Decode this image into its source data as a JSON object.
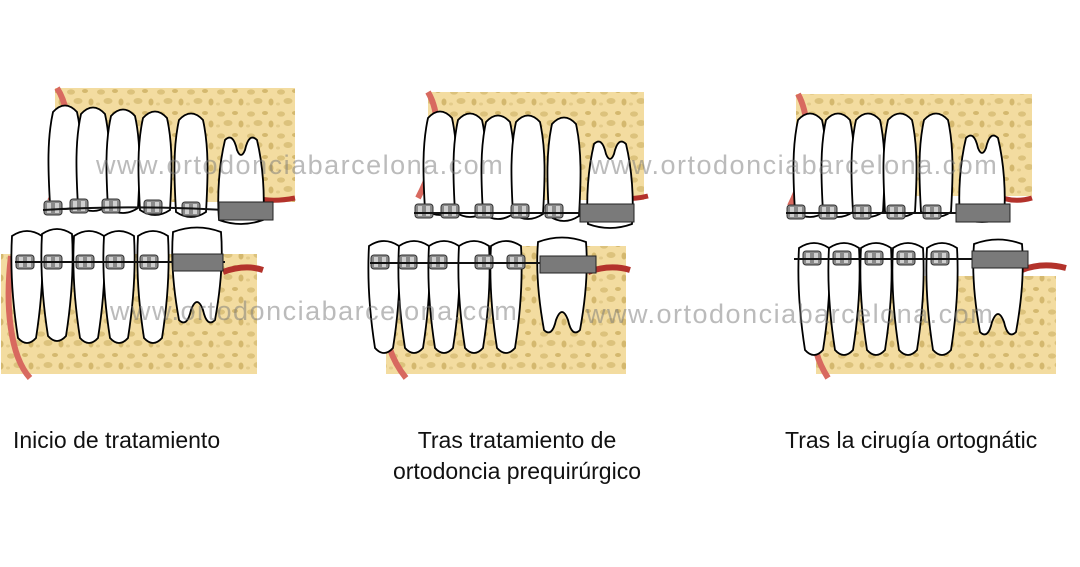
{
  "watermark": "www.ortodonciabarcelona.com",
  "colors": {
    "bone": "#f3dca0",
    "bone_pore": "#dcc27c",
    "gum": "#d8695f",
    "tooth_fill": "#ffffff",
    "tooth_outline": "#000000",
    "bracket": "#8a8a8a",
    "wire": "#111111"
  },
  "icons": [
    "tooth-icon",
    "bracket-icon",
    "archwire-icon",
    "bone-block",
    "gum-tissue"
  ],
  "captions": {
    "stage_1": "Inicio de tratamiento",
    "stage_2_line_1": "Tras tratamiento de",
    "stage_2_line_2": "ortodoncia prequirúrgico",
    "stage_3": "Tras la cirugía ortognátic"
  }
}
